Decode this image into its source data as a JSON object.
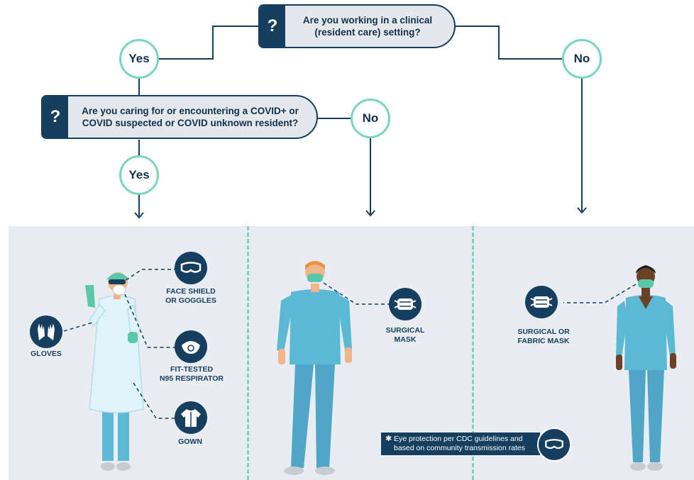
{
  "questions": {
    "q1": "Are you working in a clinical (resident care) setting?",
    "q2": "Are you caring for or encountering a COVID+ or COVID suspected or COVID unknown resident?",
    "mark": "?"
  },
  "answers": {
    "yes": "Yes",
    "no": "No"
  },
  "ppe": {
    "face_shield": "FACE SHIELD",
    "goggles": "OR GOGGLES",
    "gloves": "GLOVES",
    "fit_tested": "FIT-TESTED",
    "respirator": "N95 RESPIRATOR",
    "gown": "GOWN",
    "surgical": "SURGICAL",
    "mask": "MASK",
    "surgical_or": "SURGICAL OR",
    "fabric_mask": "FABRIC MASK"
  },
  "note": {
    "star": "✱",
    "text": "Eye protection per CDC guidelines and based on community transmission rates"
  },
  "colors": {
    "navy": "#163e5f",
    "teal": "#78d6c0",
    "panel": "#e9edf1",
    "scrubs": "#5cb9d6"
  },
  "icons": [
    "question-icon",
    "goggles-icon",
    "gloves-icon",
    "n95-respirator-icon",
    "gown-icon",
    "surgical-mask-icon",
    "arrow-down-icon"
  ]
}
